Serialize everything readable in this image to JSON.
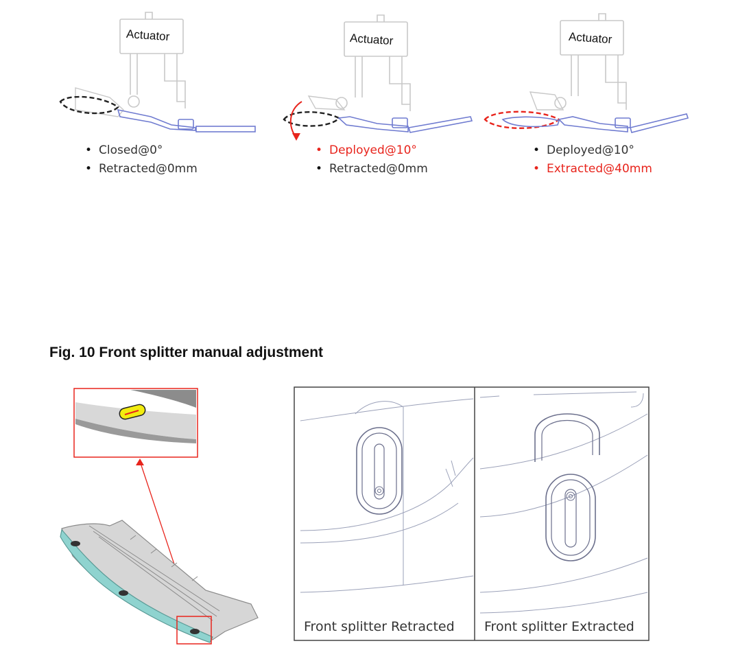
{
  "states": [
    {
      "actuator_label": "Actuator",
      "lines": [
        {
          "text": "Closed@0°",
          "highlight": false
        },
        {
          "text": "Retracted@0mm",
          "highlight": false
        }
      ]
    },
    {
      "actuator_label": "Actuator",
      "lines": [
        {
          "text": "Deployed@10°",
          "highlight": true
        },
        {
          "text": "Retracted@0mm",
          "highlight": false
        }
      ]
    },
    {
      "actuator_label": "Actuator",
      "lines": [
        {
          "text": "Deployed@10°",
          "highlight": false
        },
        {
          "text": "Extracted@40mm",
          "highlight": true
        }
      ]
    }
  ],
  "figure": {
    "title": "Fig. 10 Front splitter manual adjustment",
    "captions": [
      "Front splitter Retracted",
      "Front splitter Extracted"
    ]
  },
  "colors": {
    "highlight": "#e8241c",
    "part_blue": "#6f7bd0",
    "splitter_teal": "#8fd3cf",
    "slot_yellow": "#f2ec10"
  }
}
